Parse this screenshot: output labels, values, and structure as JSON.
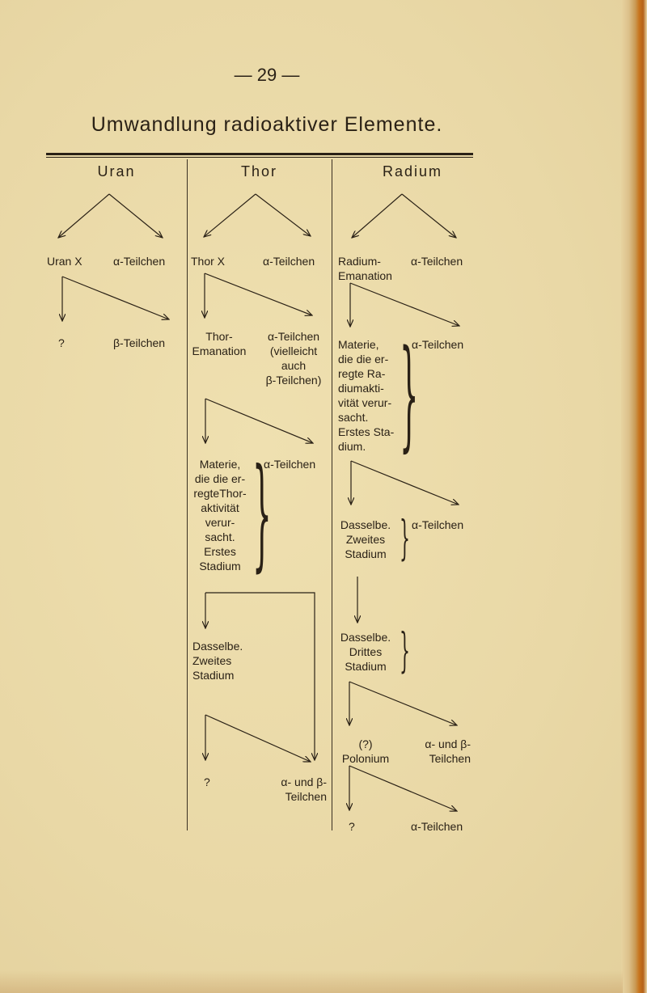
{
  "page": {
    "number": "— 29 —",
    "title": "Umwandlung radioaktiver Elemente."
  },
  "columns": [
    {
      "header": "Uran",
      "nodes": {
        "product1": "Uran X",
        "emission1": "α-Teilchen",
        "product2": "?",
        "emission2": "β-Teilchen"
      }
    },
    {
      "header": "Thor",
      "nodes": {
        "product1": "Thor X",
        "emission1": "α-Teilchen",
        "product2_lines": [
          "Thor-",
          "Emanation"
        ],
        "emission2_lines": [
          "α-Teilchen",
          "(vielleicht",
          "auch",
          "β-Teilchen)"
        ],
        "product3_lines": [
          "Materie,",
          "die die er-",
          "regteThor-",
          "aktivität",
          "verur-",
          "sacht.",
          "Erstes",
          "Stadium"
        ],
        "emission3": "α-Teilchen",
        "product4_lines": [
          "Dasselbe.",
          "Zweites",
          "Stadium"
        ],
        "product5": "?",
        "emission5_lines": [
          "α- und β-",
          "Teilchen"
        ]
      }
    },
    {
      "header": "Radium",
      "nodes": {
        "product1_lines": [
          "Radium-",
          "Emanation"
        ],
        "emission1": "α-Teilchen",
        "product2_lines": [
          "Materie,",
          "die die er-",
          "regte Ra-",
          "diumakti-",
          "vität verur-",
          "sacht.",
          "Erstes Sta-",
          "dium."
        ],
        "emission2": "α-Teilchen",
        "product3_lines": [
          "Dasselbe.",
          "Zweites",
          "Stadium"
        ],
        "emission3": "α-Teilchen",
        "product4_lines": [
          "Dasselbe.",
          "Drittes",
          "Stadium"
        ],
        "product5_lines": [
          "(?)",
          "Polonium"
        ],
        "emission5_lines": [
          "α- und β-",
          "Teilchen"
        ],
        "product6": "?",
        "emission6": "α-Teilchen"
      }
    }
  ],
  "colors": {
    "paper": "#ecdcaa",
    "ink": "#2a2116",
    "binding": "#c8741c"
  }
}
